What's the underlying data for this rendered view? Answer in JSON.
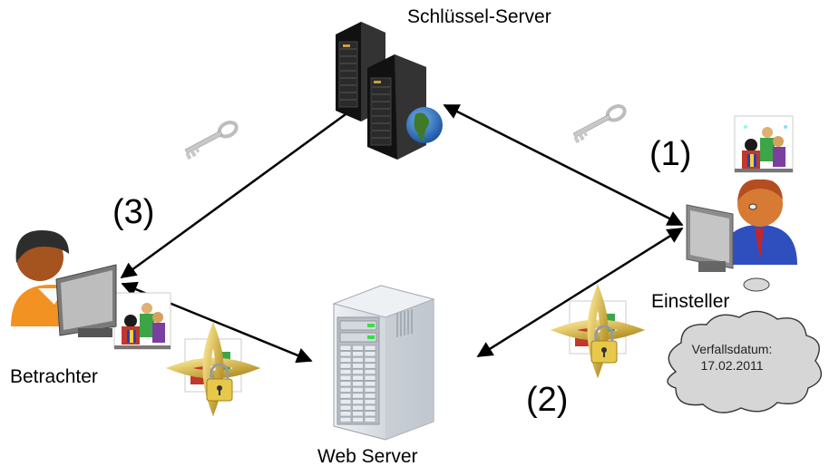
{
  "nodes": {
    "key_server": {
      "label": "Schlüssel-Server"
    },
    "web_server": {
      "label": "Web Server"
    },
    "uploader": {
      "label": "Einsteller"
    },
    "viewer": {
      "label": "Betrachter"
    }
  },
  "steps": [
    {
      "label": "(1)"
    },
    {
      "label": "(2)"
    },
    {
      "label": "(3)"
    }
  ],
  "thought_cloud": {
    "line1": "Verfallsdatum:",
    "line2": "17.02.2011"
  },
  "colors": {
    "arrow": "#000000",
    "key": "#c8c8c8",
    "lock_chain": "#d9b84a",
    "cloud_fill": "#d6d6d6",
    "server_dark": "#222222",
    "server_light": "#d8dde2"
  }
}
